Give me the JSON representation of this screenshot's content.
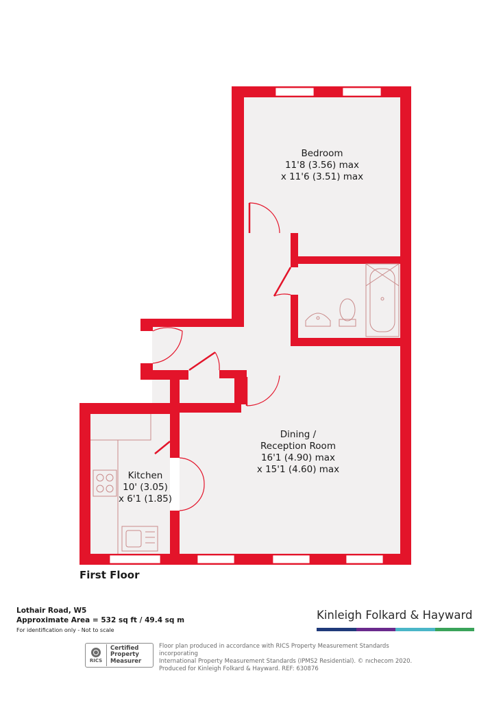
{
  "rooms": {
    "bedroom": {
      "name": "Bedroom",
      "dim1": "11'8 (3.56) max",
      "dim2": "x 11'6 (3.51) max"
    },
    "dining": {
      "name1": "Dining /",
      "name2": "Reception Room",
      "dim1": "16'1 (4.90) max",
      "dim2": "x 15'1 (4.60) max"
    },
    "kitchen": {
      "name": "Kitchen",
      "dim1": "10' (3.05)",
      "dim2": "x 6'1 (1.85)"
    }
  },
  "floor_label": "First Floor",
  "address": {
    "line1": "Lothair Road, W5",
    "line2": "Approximate Area = 532 sq ft / 49.4 sq m",
    "note": "For identification only - Not to scale"
  },
  "brand": {
    "name": "Kinleigh Folkard & Hayward",
    "bar_colors": [
      "#1f3a7a",
      "#6a2a8c",
      "#4ab6c8",
      "#3aa35a"
    ]
  },
  "rics": {
    "logo_text": "RICS",
    "line1": "Certified",
    "line2": "Property",
    "line3": "Measurer"
  },
  "disclaimer": {
    "line1": "Floor plan produced in accordance with RICS Property Measurement Standards incorporating",
    "line2": "International Property Measurement Standards (IPMS2 Residential).  © nıchecom 2020.",
    "line3": "Produced for Kinleigh Folkard & Hayward.   REF: 630876"
  },
  "colors": {
    "wall": "#e3142a",
    "floor": "#f2f0f0",
    "fixture": "#c98a8a"
  }
}
